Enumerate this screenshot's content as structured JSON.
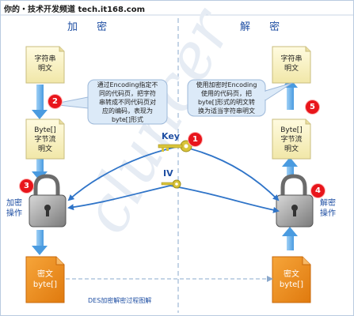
{
  "site_header": "你的・技术开发频道 tech.it168.com",
  "headings": {
    "encrypt": "加 密",
    "decrypt": "解 密"
  },
  "left": {
    "string_doc": [
      "字符串",
      "明文"
    ],
    "byte_doc": [
      "Byte[]",
      "字节流",
      "明文"
    ],
    "op_label": [
      "加密",
      "操作"
    ],
    "cipher": [
      "密文",
      "byte[]"
    ]
  },
  "right": {
    "string_doc": [
      "字符串",
      "明文"
    ],
    "byte_doc": [
      "Byte[]",
      "字节流",
      "明文"
    ],
    "op_label": [
      "解密",
      "操作"
    ],
    "cipher": [
      "密文",
      "byte[]"
    ]
  },
  "note_left": [
    "通过Encoding指定不",
    "同的代码页，把字符",
    "串转成不同代码页对",
    "应的编码，表现为",
    "byte[]形式"
  ],
  "note_right": [
    "使用加密时Encoding",
    "使用的代码页，把",
    "byte[]形式的明文转",
    "换为适当字符串明文"
  ],
  "key_label": "Key",
  "iv_label": "IV",
  "badges": [
    "1",
    "2",
    "3",
    "4",
    "5"
  ],
  "caption": "DES加密解密过程图解",
  "watermark": "cluncer",
  "colors": {
    "accent_blue": "#1f4fa3",
    "arrow_blue": "#2f74c8",
    "cipher_orange": "#f08a1c",
    "badge_red": "#e8151b",
    "note_fill": "#dceaf8",
    "doc_fill": "#fcf6cf",
    "key_gold": "#d9c43a"
  }
}
